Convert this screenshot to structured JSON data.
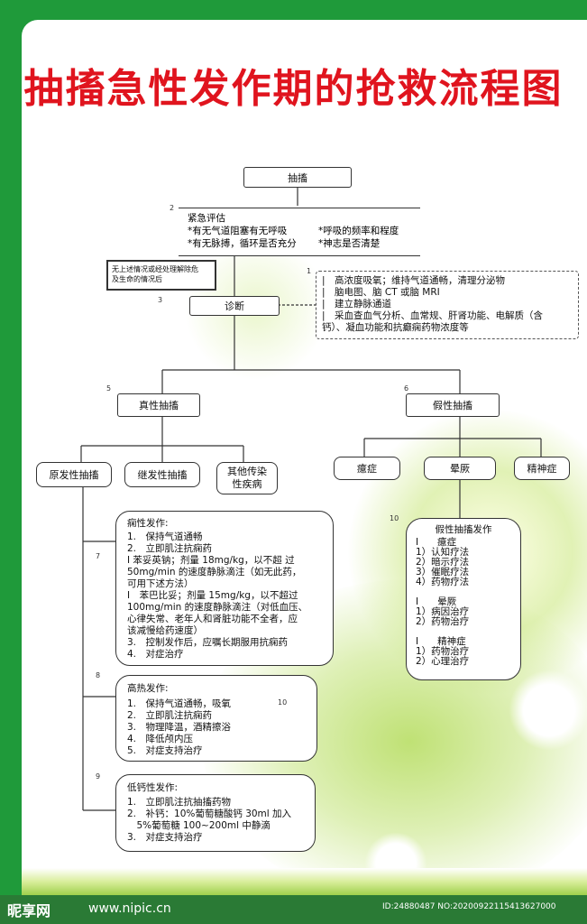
{
  "title": "抽搐急性发作期的抢救流程图",
  "nodes": {
    "start": "抽搐",
    "assess": {
      "title": "紧急评估",
      "lines": [
        "*有无气道阻塞有无呼吸",
        "*呼吸的频率和程度",
        "*有无脉搏，循环是否充分",
        "*神志是否清楚"
      ]
    },
    "note": [
      "无上述情况或经处理解除危",
      "及生命的情况后"
    ],
    "diagnosis": "诊断",
    "exam": [
      "|　高浓度吸氧；维持气道通畅，清理分泌物",
      "|　脑电图、脑 CT 或脑 MRI",
      "|　建立静脉通道",
      "|　采血查血气分析、血常规、肝肾功能、电解质（含",
      "钙）、凝血功能和抗癫痫药物浓度等"
    ],
    "true": "真性抽搐",
    "false": "假性抽搐",
    "primary": "原发性抽搐",
    "secondary": "继发性抽搐",
    "other": [
      "其他传染",
      "性疾病"
    ],
    "hysteria": "癔症",
    "syncope": "晕厥",
    "psych": "精神症",
    "epilepsy": {
      "title": "痫性发作:",
      "lines": [
        "1.　保持气道通畅",
        "2.　立即肌注抗痫药",
        "Ⅰ 苯妥英钠；剂量 18mg/kg，以不超 过",
        "50mg/min 的速度静脉滴注（如无此药，",
        "可用下述方法）",
        "Ⅰ　苯巴比妥；剂量 15mg/kg，以不超过",
        "100mg/min 的速度静脉滴注（对低血压、",
        "心律失常、老年人和肾脏功能不全者，应",
        "该减慢给药速度）",
        "3.　控制发作后，应嘱长期服用抗痫药",
        "4.　对症治疗"
      ]
    },
    "fever": {
      "title": "高热发作:",
      "lines": [
        "1.　保持气道通畅，吸氧",
        "2.　立即肌注抗痫药",
        "3.　物理降温，酒精擦浴",
        "4.　降低颅内压",
        "5.　对症支持治疗"
      ]
    },
    "calcium": {
      "title": "低钙性发作:",
      "lines": [
        "1.　立即肌注抗抽搐药物",
        "2.　补钙：10%葡萄糖酸钙 30ml 加入",
        "　5%葡萄糖 100~200ml 中静滴",
        "3.　对症支持治疗"
      ]
    },
    "pseudo": {
      "title": "假性抽搐发作",
      "lines": [
        "Ⅰ　　癔症",
        "1）认知疗法",
        "2）暗示疗法",
        "3）催眠疗法",
        "4）药物疗法",
        "",
        "Ⅰ　　晕厥",
        "1）病因治疗",
        "2）药物治疗",
        "",
        "Ⅰ　　精神症",
        "1）药物治疗",
        "2）心理治疗"
      ]
    }
  },
  "step_numbers": {
    "n1": "1",
    "n2": "2",
    "n3": "3",
    "n5": "5",
    "n6": "6",
    "n7": "7",
    "n8": "8",
    "n9": "9",
    "n10a": "10",
    "n10b": "10"
  },
  "footer": {
    "logo": "昵享网",
    "site": "www.nipic.cn",
    "id": "ID:24880487 NO:20200922115413627000"
  },
  "colors": {
    "title": "#e0141e",
    "frame": "#1f9a3a",
    "accent": "#8cc63f"
  }
}
